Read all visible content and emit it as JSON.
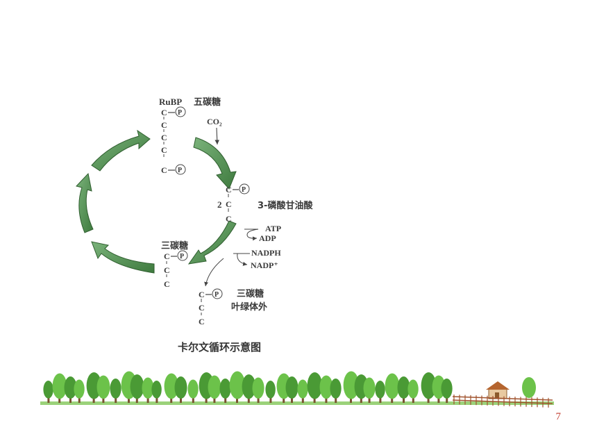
{
  "diagram": {
    "rubp": {
      "label": "RuBP",
      "name": "五碳糖",
      "chain": [
        "C",
        "C",
        "C",
        "C",
        "C"
      ],
      "phosphate": "P"
    },
    "co2": "CO₂",
    "pga": {
      "coefficient": "2",
      "chain": [
        "C",
        "C",
        "C"
      ],
      "name": "3-磷酸甘油酸",
      "phosphate": "P"
    },
    "energy": {
      "atp": "ATP",
      "adp": "ADP",
      "nadph": "NADPH",
      "nadp": "NADP⁺"
    },
    "triose_inner": {
      "name": "三碳糖",
      "chain": [
        "C",
        "C",
        "C"
      ],
      "phosphate": "P"
    },
    "triose_outer": {
      "name": "三碳糖",
      "location": "叶绿体外",
      "chain": [
        "C",
        "C",
        "C"
      ],
      "phosphate": "P"
    },
    "caption": "卡尔文循环示意图"
  },
  "colors": {
    "arrow_dark": "#3e7a3e",
    "arrow_light": "#6fa96f",
    "tree_green": "#6cc24a",
    "tree_dark": "#4a9a35",
    "page_number": "#c0392b"
  },
  "page_number": "7"
}
